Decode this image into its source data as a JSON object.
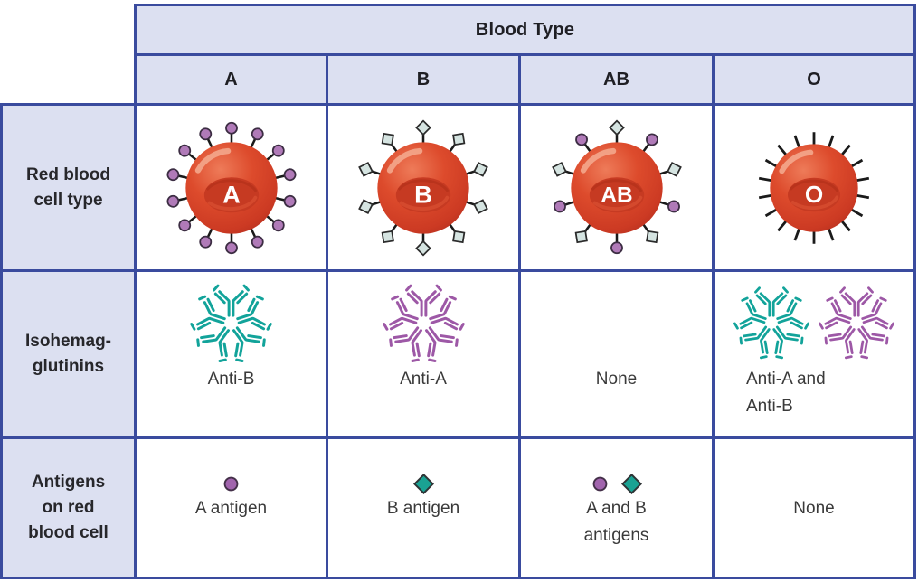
{
  "header": {
    "title": "Blood Type",
    "columns": [
      "A",
      "B",
      "AB",
      "O"
    ]
  },
  "row_headers": [
    {
      "lines": [
        "Red blood",
        "cell type"
      ]
    },
    {
      "lines": [
        "Isohemag-",
        "glutinins"
      ]
    },
    {
      "lines": [
        "Antigens",
        "on red",
        "blood cell"
      ]
    }
  ],
  "red_blood_cells": {
    "a_letter": "A",
    "b_letter": "B",
    "ab_letter": "AB",
    "o_letter": "O",
    "a_antigen_icon": "purple-circle-antigens",
    "b_antigen_icon": "pale-diamond-antigens",
    "ab_antigen_icon": "alternating-circle-diamond-antigens",
    "o_antigen_icon": "bare-spikes-no-antigens"
  },
  "isohemagglutinins": {
    "a": "Anti-B",
    "b": "Anti-A",
    "ab": "None",
    "o_lines": [
      "Anti-A and",
      "Anti-B"
    ],
    "a_icon": "teal-antibody-cluster",
    "b_icon": "purple-antibody-cluster",
    "o_icons": [
      "teal-antibody-cluster",
      "purple-antibody-cluster"
    ]
  },
  "antigens": {
    "a": "A antigen",
    "b": "B antigen",
    "ab_lines": [
      "A and B",
      "antigens"
    ],
    "o": "None",
    "a_icon": "purple-circle",
    "b_icon": "teal-diamond",
    "ab_icons": [
      "purple-circle",
      "teal-diamond"
    ]
  },
  "colors": {
    "table_border": "#3a4b9e",
    "header_fill": "#dce0f1",
    "red_cell": "#d8452b",
    "antigen_a_purple": "#a164ad",
    "antigen_b_teal": "#1aa293",
    "cell_diamond_pale": "#d5e4e1",
    "antibody_teal": "#12a39a",
    "antibody_purple": "#9d58a6"
  }
}
